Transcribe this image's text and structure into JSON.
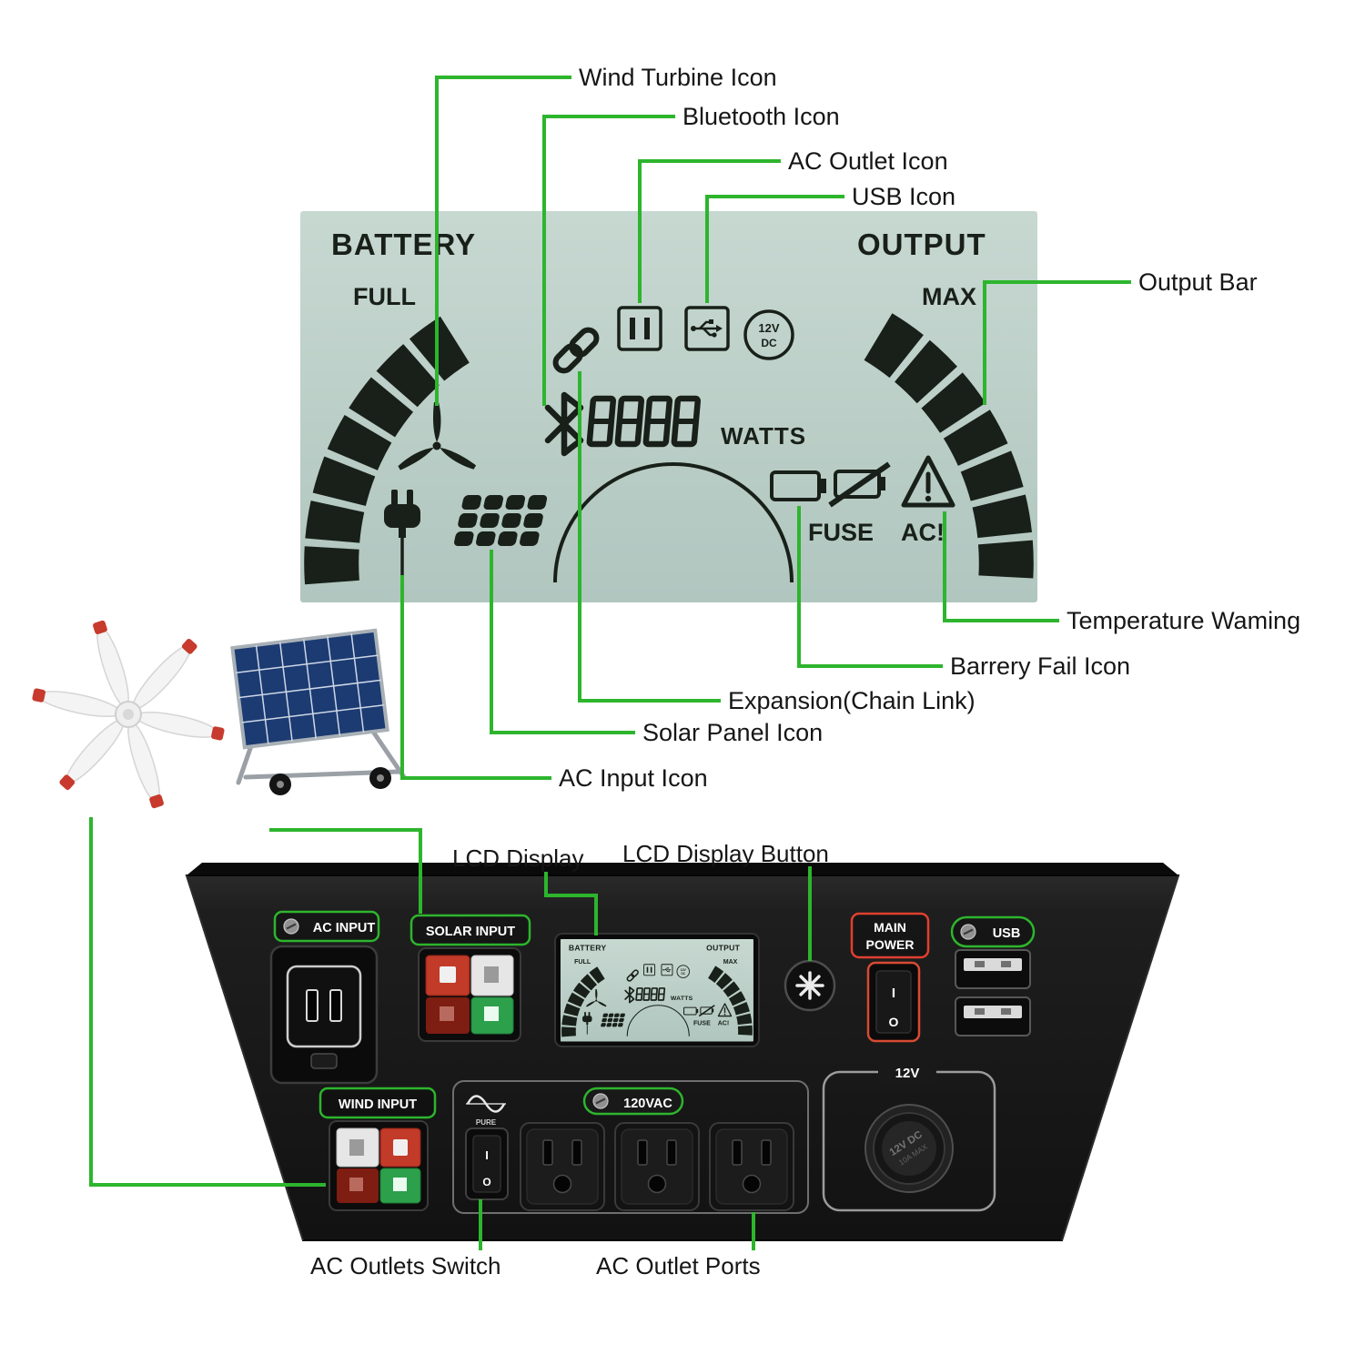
{
  "colors": {
    "callout_green": "#2db52d",
    "lcd_background": "#bccfc8",
    "panel_black": "#1b1b1b",
    "accent_red": "#e0402f",
    "terminal_red": "#c23a28",
    "terminal_green": "#2da04c"
  },
  "lcd": {
    "battery": "BATTERY",
    "output": "OUTPUT",
    "full": "FULL",
    "max": "MAX",
    "watts_value": "8888",
    "watts_unit": "WATTS",
    "dc_badge_top": "12V",
    "dc_badge_bottom": "DC",
    "fuse": "FUSE",
    "ac_warning": "AC!"
  },
  "callouts": {
    "wind_turbine": "Wind Turbine Icon",
    "bluetooth": "Bluetooth Icon",
    "ac_outlet": "AC Outlet Icon",
    "usb": "USB Icon",
    "output_bar": "Output Bar",
    "temperature_warning": "Temperature Waming",
    "battery_fail": "Barrery Fail Icon",
    "expansion": "Expansion(Chain Link)",
    "solar_panel": "Solar Panel Icon",
    "ac_input": "AC Input Icon"
  },
  "panel_callouts": {
    "lcd_display": "LCD Display",
    "lcd_display_button": "LCD Display Button",
    "ac_outlets_switch": "AC Outlets Switch",
    "ac_outlet_ports": "AC Outlet Ports"
  },
  "panel": {
    "ac_input": "AC INPUT",
    "solar_input": "SOLAR INPUT",
    "wind_input": "WIND INPUT",
    "main_power_1": "MAIN",
    "main_power_2": "POWER",
    "usb": "USB",
    "vac": "120VAC",
    "v12": "12V",
    "pure": "PURE",
    "switch_on": "I",
    "switch_off": "O",
    "dc_cap_line1": "12V DC",
    "dc_cap_line2": "10A MAX"
  }
}
